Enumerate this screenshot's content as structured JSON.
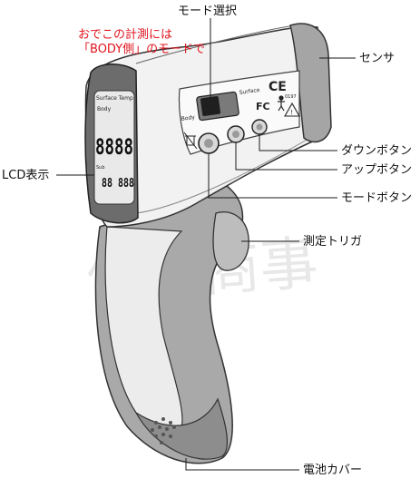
{
  "labels": {
    "mode_select": "モード選択",
    "sensor": "センサ",
    "lcd_display": "LCD表示",
    "down_button": "ダウンボタン",
    "up_button": "アップボタン",
    "mode_button": "モードボタン",
    "trigger": "測定トリガ",
    "battery_cover": "電池カバー"
  },
  "note": {
    "line1": "おでこの計測には",
    "line2": "「BODY側」のモードで",
    "color": "#e0141e"
  },
  "device": {
    "lcd_surface_temp": "Surface Temp",
    "lcd_body": "Body",
    "lcd_main_digits": "8888",
    "lcd_sub_prefix": "Sub",
    "lcd_sub_digits": "88 888",
    "switch_left": "Body",
    "switch_right": "Surface",
    "ce_mark": "CE",
    "cert_number": "0197",
    "fc_mark": "FC",
    "watermark": "信號商事"
  },
  "colors": {
    "body_light": "#f2f2f2",
    "body_grey": "#a9a9a9",
    "body_dark": "#7b7b7b",
    "lcd_bg": "#e9e9e9",
    "leader": "#1a1a1a"
  }
}
